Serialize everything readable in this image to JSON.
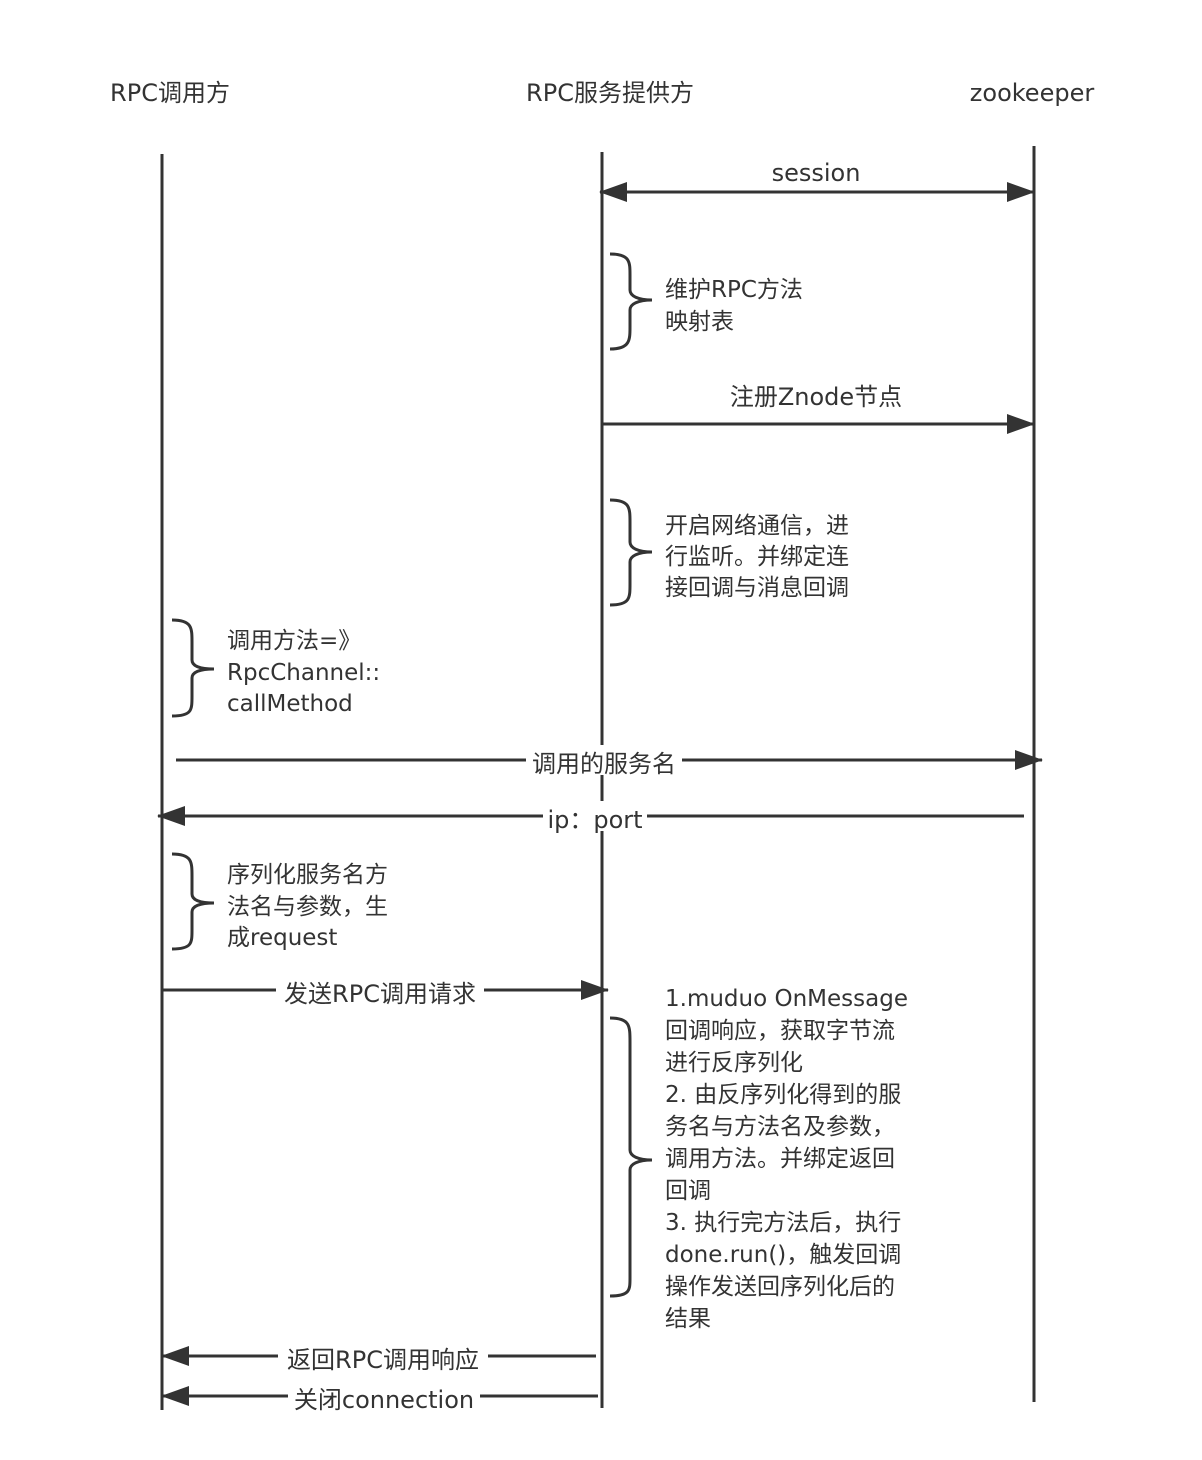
{
  "participants": {
    "caller": "RPC调用方",
    "provider": "RPC服务提供方",
    "zookeeper": "zookeeper"
  },
  "messages": {
    "session": "session",
    "register_znode": "注册Znode节点",
    "service_name": "调用的服务名",
    "ip_port": "ip：port",
    "send_request": "发送RPC调用请求",
    "return_response": "返回RPC调用响应",
    "close_connection": "关闭connection"
  },
  "notes": {
    "maintain_map": [
      "维护RPC方法",
      "映射表"
    ],
    "start_network": [
      "开启网络通信，进",
      "行监听。并绑定连",
      "接回调与消息回调"
    ],
    "call_method": [
      "调用方法=》",
      "RpcChannel::",
      "callMethod"
    ],
    "serialize": [
      "序列化服务名方",
      "法名与参数，生",
      "成request"
    ],
    "handle_request": [
      "1.muduo OnMessage",
      "回调响应，获取字节流",
      "进行反序列化",
      "2. 由反序列化得到的服",
      "务名与方法名及参数，",
      "调用方法。并绑定返回",
      "回调",
      "3. 执行完方法后，执行",
      "done.run()，触发回调",
      "操作发送回序列化后的",
      "结果"
    ]
  },
  "colors": {
    "line": "#333333",
    "text": "#333333",
    "background": "#ffffff"
  }
}
